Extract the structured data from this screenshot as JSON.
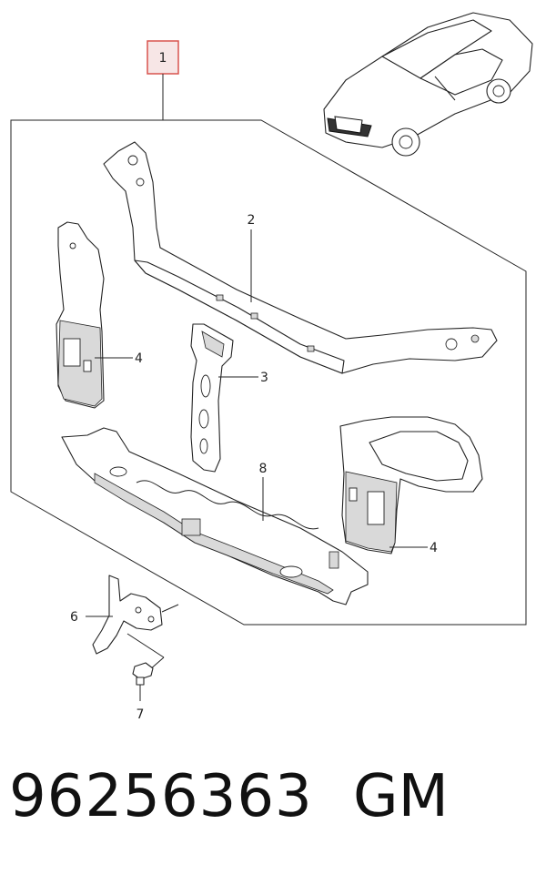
{
  "diagram": {
    "callouts": {
      "c1": "1",
      "c2": "2",
      "c3": "3",
      "c4a": "4",
      "c4b": "4",
      "c6": "6",
      "c7": "7",
      "c8": "8"
    },
    "highlight_color": "#d9534f"
  },
  "footer": {
    "part_number": "96256363",
    "brand": "GM"
  }
}
